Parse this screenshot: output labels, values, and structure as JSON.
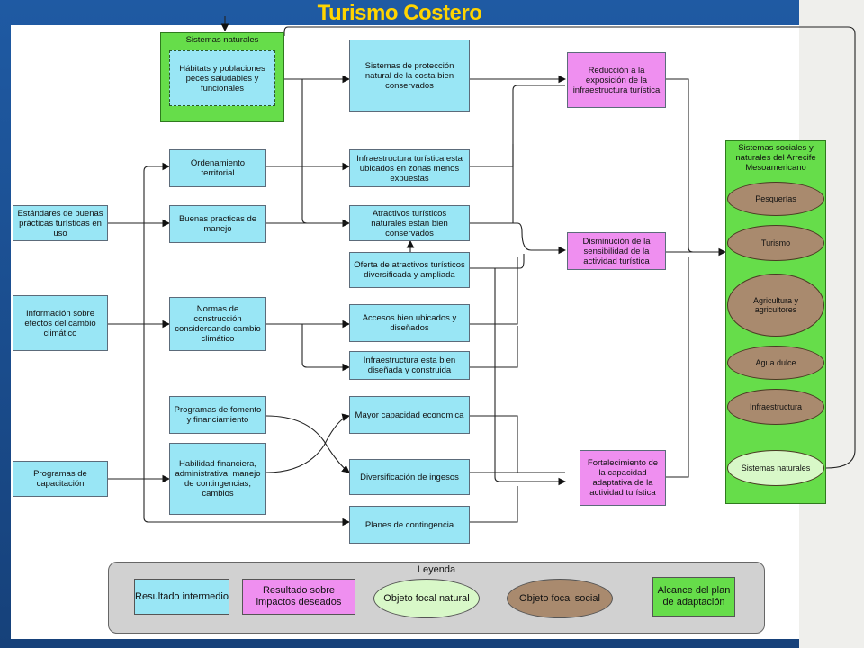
{
  "title": "Turismo Costero",
  "colors": {
    "intermediate": "#99e6f5",
    "impact": "#ef8ff0",
    "scope": "#66dd4a",
    "natural": "#d8f8c8",
    "social": "#a98a6e",
    "title": "#ffd400"
  },
  "natural_systems": {
    "header": "Sistemas naturales",
    "inner": "Hábitats y poblaciones peces saludables y funcionales"
  },
  "inputs": {
    "estandares": "Estándares de buenas prácticas turísticas en uso",
    "informacion": "Información sobre efectos del cambio climático",
    "programas_cap": "Programas de capacitación"
  },
  "middle": {
    "ordenamiento": "Ordenamiento territorial",
    "buenas": "Buenas practicas de manejo",
    "normas": "Normas de construcción considereando cambio climático",
    "fomento": "Programas de fomento y financiamiento",
    "habilidad": "Habilidad financiera, administrativa, manejo de contingencias, cambios"
  },
  "outcomes": {
    "proteccion": "Sistemas de protección natural de la costa bien conservados",
    "infra_ubicada": "Infraestructura turística esta ubicados en zonas menos expuestas",
    "atractivos": "Atractivos turísticos naturales estan bien conservados",
    "oferta": "Oferta de atractivos turísticos diversificada y ampliada",
    "accesos": "Accesos bien ubicados y diseñados",
    "infra_disenada": "Infraestructura esta bien diseñada y construida",
    "capacidad": "Mayor capacidad economica",
    "diversificacion": "Diversificación de ingesos",
    "planes": "Planes de contingencia"
  },
  "impacts": {
    "reduccion": "Reducción a la exposición de la infraestructura turística",
    "disminucion": "Disminución de la sensibilidad de la actividad turística",
    "fortalecimiento": "Fortalecimiento de la capacidad adaptativa de la actividad turística"
  },
  "system_panel": {
    "header": "Sistemas sociales y naturales del Arrecife Mesoamericano",
    "items": [
      "Pesquerías",
      "Turismo",
      "Agricultura y agricultores",
      "Agua dulce",
      "Infraestructura"
    ],
    "natural_item": "Sistemas naturales"
  },
  "legend": {
    "title": "Leyenda",
    "intermediate": "Resultado intermedio",
    "impact": "Resultado sobre impactos deseados",
    "natural": "Objeto focal natural",
    "social": "Objeto focal social",
    "scope": "Alcance del plan de adaptación"
  }
}
